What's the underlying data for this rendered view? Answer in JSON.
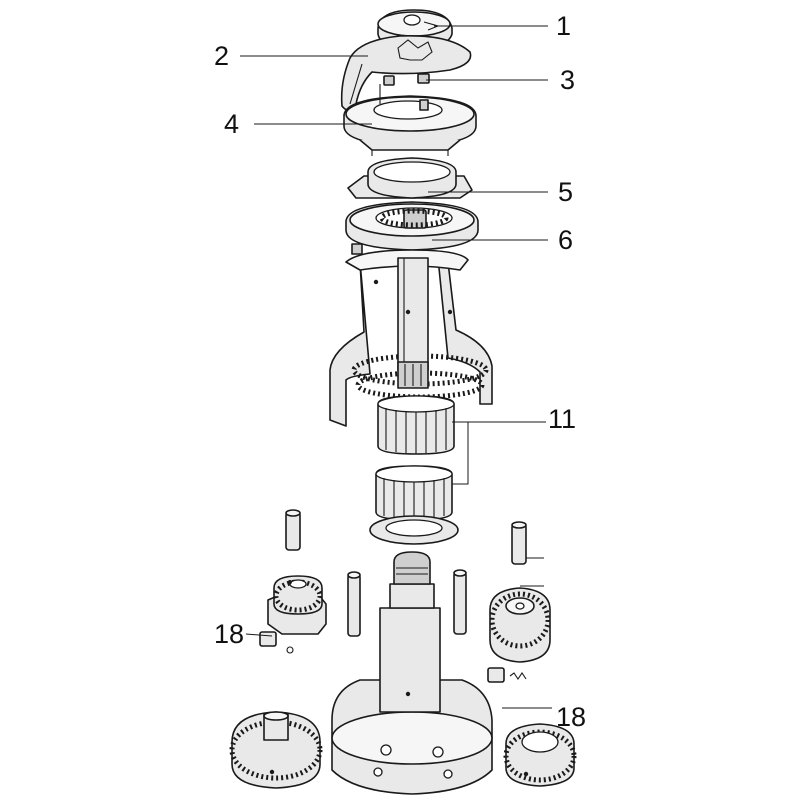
{
  "callouts": [
    {
      "id": "c1",
      "text": "1"
    },
    {
      "id": "c2",
      "text": "2"
    },
    {
      "id": "c3",
      "text": "3"
    },
    {
      "id": "c4",
      "text": "4"
    },
    {
      "id": "c5",
      "text": "5"
    },
    {
      "id": "c6",
      "text": "6"
    },
    {
      "id": "c11",
      "text": "11"
    },
    {
      "id": "c18a",
      "text": "18"
    },
    {
      "id": "c18b",
      "text": "18"
    }
  ],
  "colors": {
    "line": "#1a1a1a",
    "fill": "#e9e9e9",
    "background": "#ffffff"
  }
}
